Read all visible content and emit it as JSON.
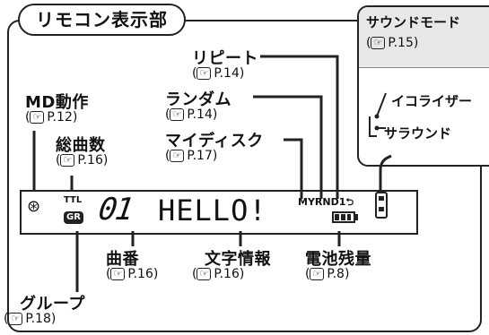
{
  "title": "リモコン表示部",
  "ref_icon": "☞",
  "panel": {
    "title": "サウンドモード",
    "ref": "P.15",
    "eq": "イコライザー",
    "surround": "サラウンド"
  },
  "labels": {
    "repeat": {
      "text": "リピート",
      "ref": "P.14"
    },
    "random": {
      "text": "ランダム",
      "ref": "P.14"
    },
    "mydisc": {
      "text": "マイディスク",
      "ref": "P.17"
    },
    "md": {
      "text": "MD動作",
      "ref": "P.12"
    },
    "total": {
      "text": "総曲数",
      "ref": "P.16"
    },
    "track": {
      "text": "曲番",
      "ref": "P.16"
    },
    "chars": {
      "text": "文字情報",
      "ref": "P.16"
    },
    "battery": {
      "text": "電池残量",
      "ref": "P.8"
    },
    "group": {
      "text": "グループ",
      "ref": "P.18"
    }
  },
  "lcd": {
    "ttl": "TTL",
    "gr": "GR",
    "track_no": "01",
    "text": "HELLO!",
    "modes": "MYRND1",
    "arrow": "⮌",
    "disc_icon": "disc-icon"
  }
}
